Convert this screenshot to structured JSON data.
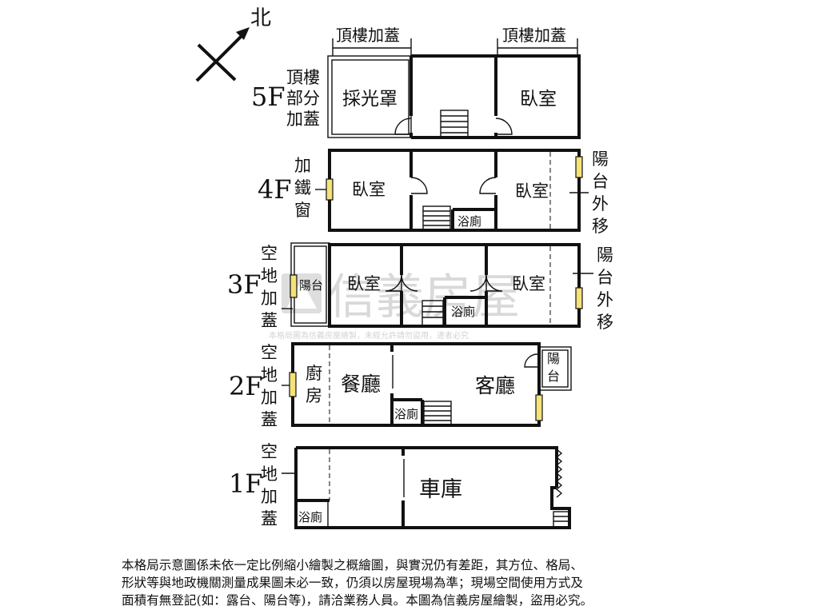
{
  "compass": {
    "label": "北"
  },
  "floors": {
    "f5": {
      "label": "5F",
      "side_note": [
        "頂樓",
        "部分",
        "加蓋"
      ],
      "roof_add_labels": [
        "頂樓加蓋",
        "頂樓加蓋"
      ],
      "rooms": {
        "skylight": "採光罩",
        "bedroom": "臥室"
      }
    },
    "f4": {
      "label": "4F",
      "left_note": [
        "加",
        "鐵",
        "窗"
      ],
      "right_note": [
        "陽",
        "台",
        "外",
        "移"
      ],
      "rooms": {
        "bedroom_left": "臥室",
        "bedroom_right": "臥室",
        "bath": "浴廁"
      }
    },
    "f3": {
      "label": "3F",
      "left_note": [
        "空",
        "地",
        "加",
        "蓋"
      ],
      "right_note": [
        "陽",
        "台",
        "外",
        "移"
      ],
      "rooms": {
        "balcony": "陽台",
        "bedroom_left": "臥室",
        "bedroom_right": "臥室",
        "bath": "浴廁"
      }
    },
    "f2": {
      "label": "2F",
      "left_note": [
        "空",
        "地",
        "加",
        "蓋"
      ],
      "rooms": {
        "kitchen": [
          "廚",
          "房"
        ],
        "dining": "餐廳",
        "living": "客廳",
        "bath": "浴廁",
        "balcony": [
          "陽",
          "台"
        ]
      }
    },
    "f1": {
      "label": "1F",
      "left_note": [
        "空",
        "地",
        "加",
        "蓋"
      ],
      "rooms": {
        "garage": "車庫",
        "bath": "浴廁"
      }
    }
  },
  "watermark": {
    "brand": "信義房屋",
    "notice": "本格局圖為信義房屋繪製，未經允許請勿盜用，違者必究"
  },
  "disclaimer": [
    "本格局示意圖係未依一定比例縮小繪製之概繪圖，與實況仍有差距，其方位、格局、",
    "形狀等與地政機關測量成果圖未必一致，仍須以房屋現場為準；現場空間使用方式及",
    "面積有無登記(如：露台、陽台等)，請洽業務人員。本圖為信義房屋繪製，盜用必究。"
  ]
}
